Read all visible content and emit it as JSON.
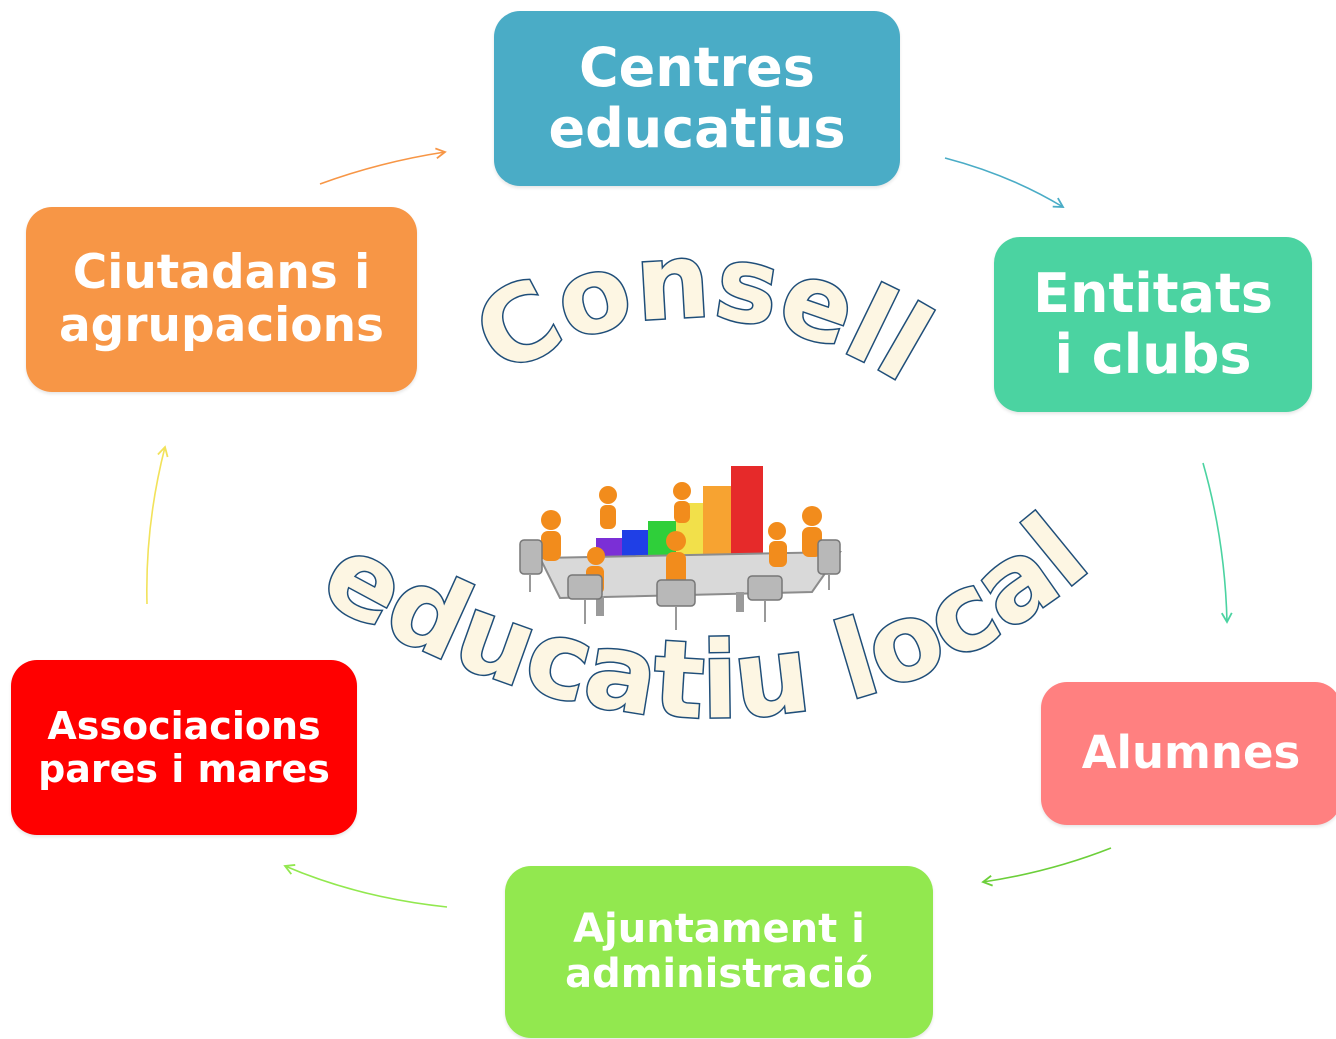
{
  "title_line1": "Consell",
  "title_line2": "educatiu local",
  "nodes": {
    "centres": {
      "line1": "Centres",
      "line2": "educatius",
      "color": "#4aacc6"
    },
    "entitats": {
      "line1": "Entitats",
      "line2": "i clubs",
      "color": "#4bd3a1"
    },
    "alumnes": {
      "line1": "Alumnes",
      "color": "#ff8080"
    },
    "ajuntament": {
      "line1": "Ajuntament i",
      "line2": "administració",
      "color": "#92e84f"
    },
    "associacions": {
      "line1": "Associacions",
      "line2": "pares i mares",
      "color": "#ff0000"
    },
    "ciutadans": {
      "line1": "Ciutadans i",
      "line2": "agrupacions",
      "color": "#f79646"
    }
  },
  "illustration": "meeting-table-chart-icon"
}
